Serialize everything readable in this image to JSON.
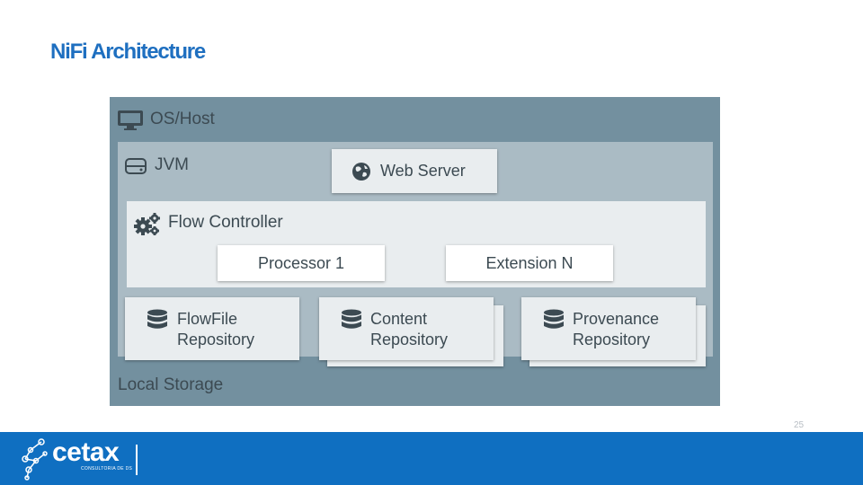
{
  "slide": {
    "title": "NiFi Architecture",
    "page_number": "25"
  },
  "diagram": {
    "os_host": {
      "label": "OS/Host",
      "icon": "monitor-icon"
    },
    "jvm": {
      "label": "JVM",
      "icon": "hard-drive-icon"
    },
    "web_server": {
      "label": "Web Server",
      "icon": "globe-icon"
    },
    "flow_controller": {
      "label": "Flow Controller",
      "icon": "gears-icon",
      "processors": [
        {
          "label": "Processor 1"
        },
        {
          "label": "Extension N"
        }
      ]
    },
    "repositories": [
      {
        "line1": "FlowFile",
        "line2": "Repository",
        "icon": "database-icon"
      },
      {
        "line1": "Content",
        "line2": "Repository",
        "icon": "database-icon"
      },
      {
        "line1": "Provenance",
        "line2": "Repository",
        "icon": "database-icon"
      }
    ],
    "local_storage": {
      "label": "Local Storage"
    }
  },
  "footer": {
    "logo_text": "cetax",
    "logo_subtitle": "CONSULTORIA DE DS",
    "color": "#0f6fc1"
  }
}
